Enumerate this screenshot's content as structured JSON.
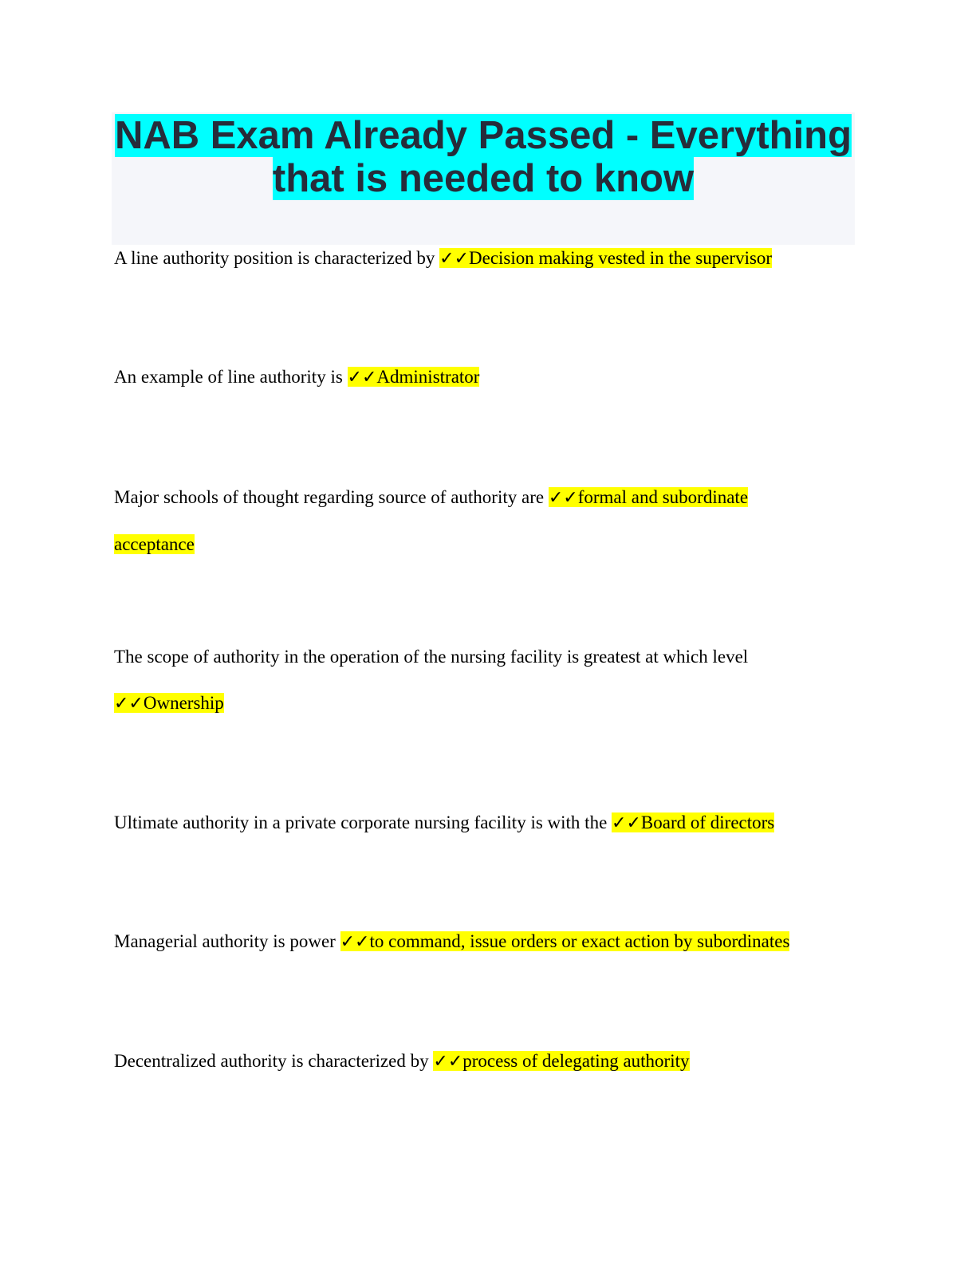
{
  "title": "NAB Exam Already Passed - Everything that is needed to know",
  "check_mark": "✓✓",
  "items": [
    {
      "question": "A line authority position is characterized by",
      "answer": "Decision making vested in the supervisor"
    },
    {
      "question": "An example of line authority is",
      "answer": "Administrator"
    },
    {
      "question": "Major schools of thought regarding source of authority are",
      "answer": "formal and subordinate acceptance"
    },
    {
      "question": "The scope of authority in the operation of the nursing facility is greatest at which level",
      "answer": "Ownership"
    },
    {
      "question": "Ultimate authority in a private corporate nursing facility is with the",
      "answer": "Board of directors"
    },
    {
      "question": "Managerial authority is power",
      "answer": "to command, issue orders or exact action by subordinates"
    },
    {
      "question": "Decentralized authority is characterized by",
      "answer": "process of delegating authority"
    }
  ]
}
